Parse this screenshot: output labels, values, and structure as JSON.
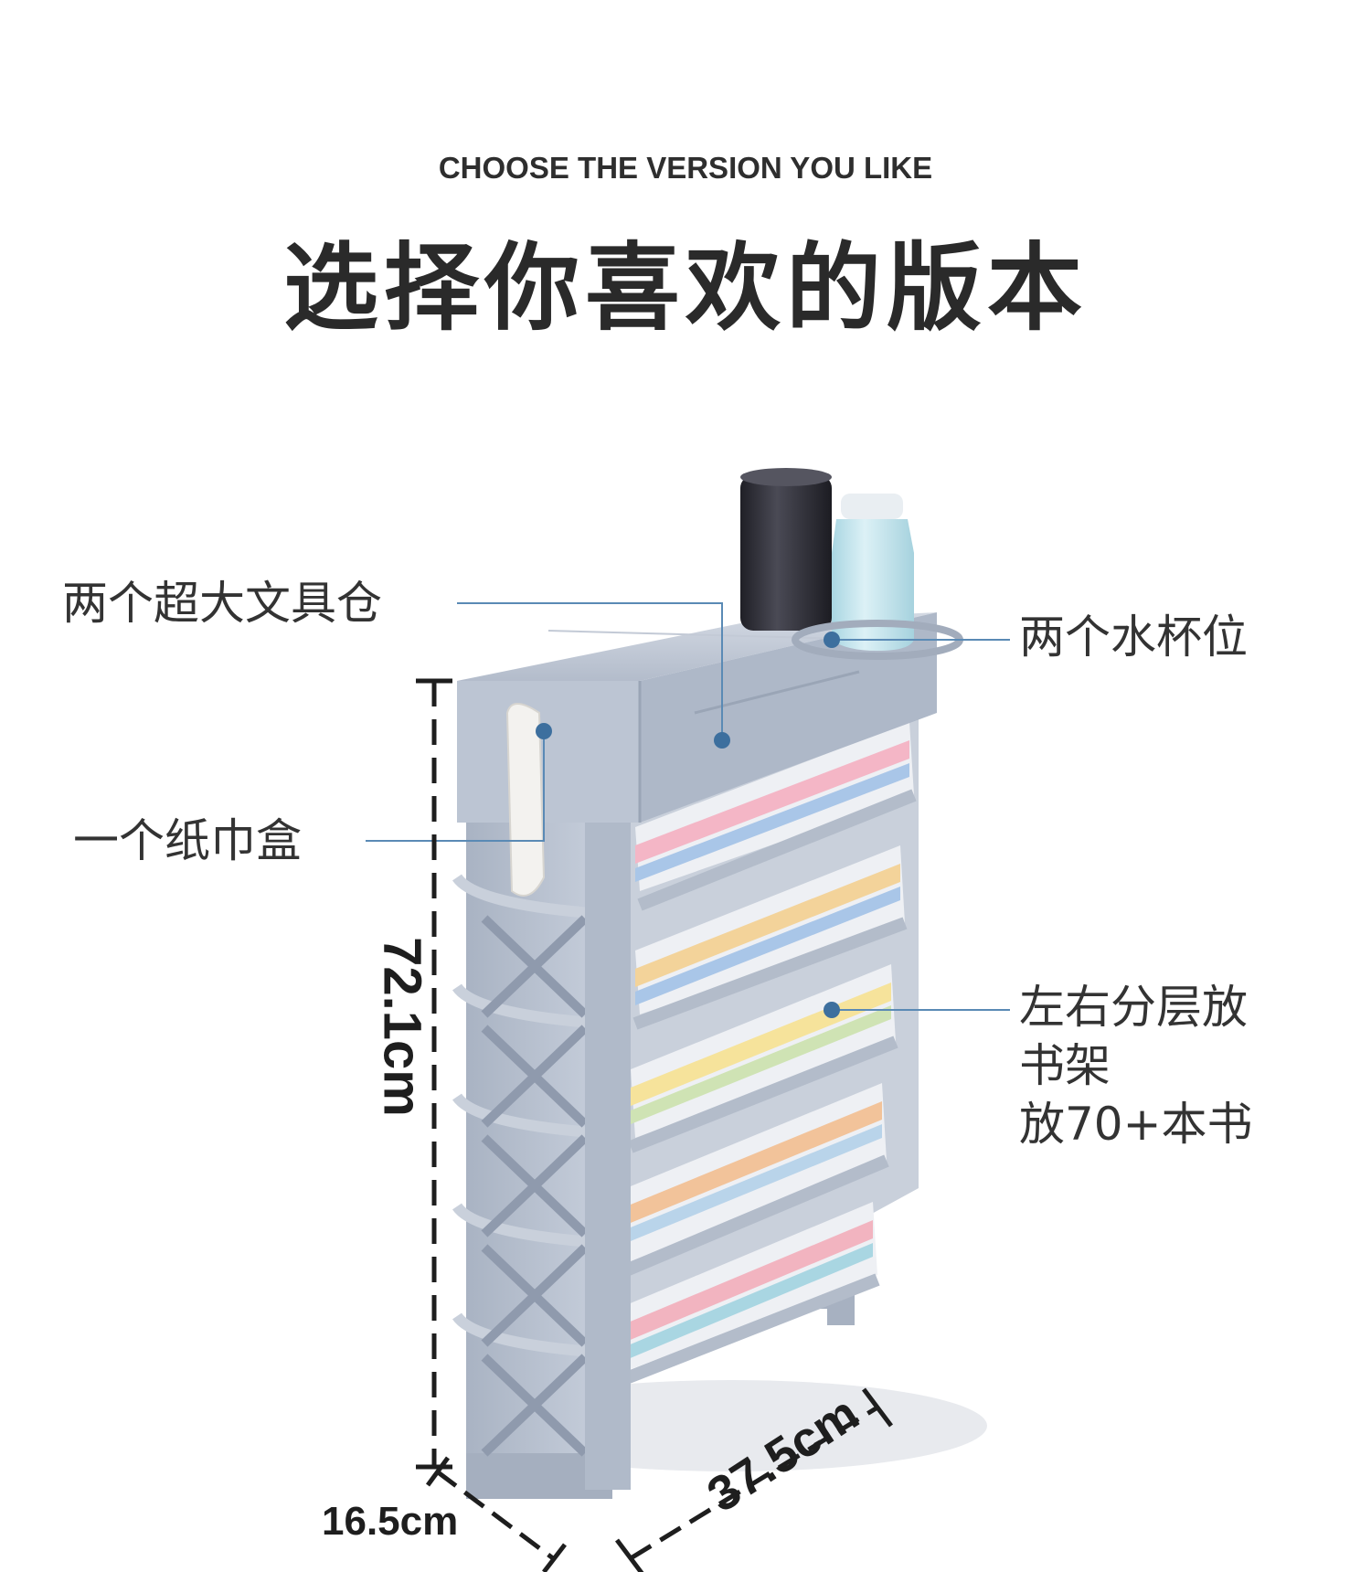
{
  "header": {
    "subtitle": "CHOOSE THE VERSION YOU LIKE",
    "title": "选择你喜欢的版本"
  },
  "callouts": {
    "stationery": "两个超大文具仓",
    "tissue": "一个纸巾盒",
    "cups": "两个水杯位",
    "shelves_line1": "左右分层放",
    "shelves_line2": "书架",
    "shelves_line3": "放70+本书"
  },
  "dimensions": {
    "height": "72.1cm",
    "depth": "16.5cm",
    "width": "37.5cm"
  },
  "colors": {
    "rack": "#b7c0cf",
    "rack_dark": "#9aa5b6",
    "leader_line": "#5a8ab5",
    "leader_dot": "#3d6f9e",
    "bottle_dark": "#2b2b33",
    "bottle_light": "#bfe3ec"
  }
}
